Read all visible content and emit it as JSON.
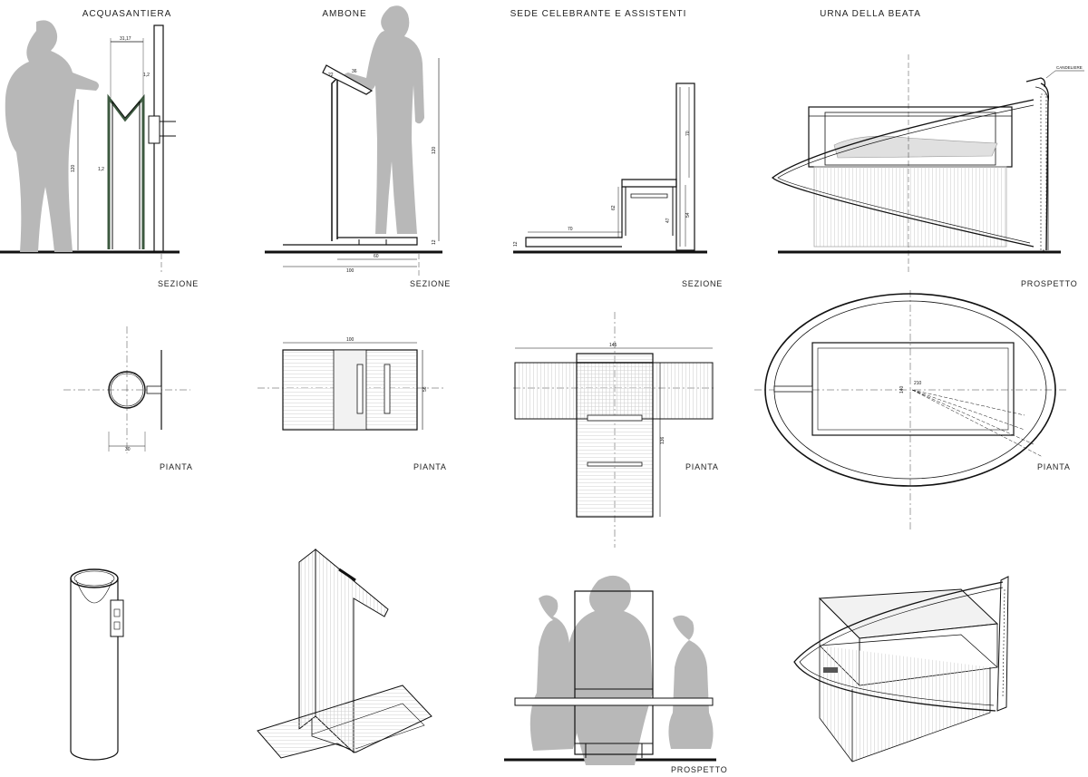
{
  "columns": [
    {
      "title": "ACQUASANTIERA",
      "views": [
        "SEZIONE",
        "PIANTA"
      ]
    },
    {
      "title": "AMBONE",
      "views": [
        "SEZIONE",
        "PIANTA"
      ]
    },
    {
      "title": "SEDE CELEBRANTE E ASSISTENTI",
      "views": [
        "SEZIONE",
        "PIANTA",
        "PROSPETTO"
      ]
    },
    {
      "title": "URNA DELLA BEATA",
      "views": [
        "PROSPETTO",
        "PIANTA"
      ],
      "callout": "CANDELIERE"
    }
  ],
  "dimensions": {
    "acqua_section": [
      "31,17",
      "1,2",
      "120",
      "1,2"
    ],
    "acqua_plan": [
      "30"
    ],
    "ambone_section": [
      "36",
      "22",
      "120",
      "12",
      "60",
      "100"
    ],
    "ambone_plan": [
      "100",
      "56"
    ],
    "sede_section": [
      "70",
      "62",
      "54",
      "47",
      "70",
      "12"
    ],
    "sede_plan": [
      "145",
      "136"
    ],
    "urna_plan": [
      "210",
      "140"
    ]
  },
  "colors": {
    "line": "#111111",
    "silhouette": "#b8b8b8",
    "glass": "#e6e6e6",
    "accent_green": "#3d5a40"
  }
}
